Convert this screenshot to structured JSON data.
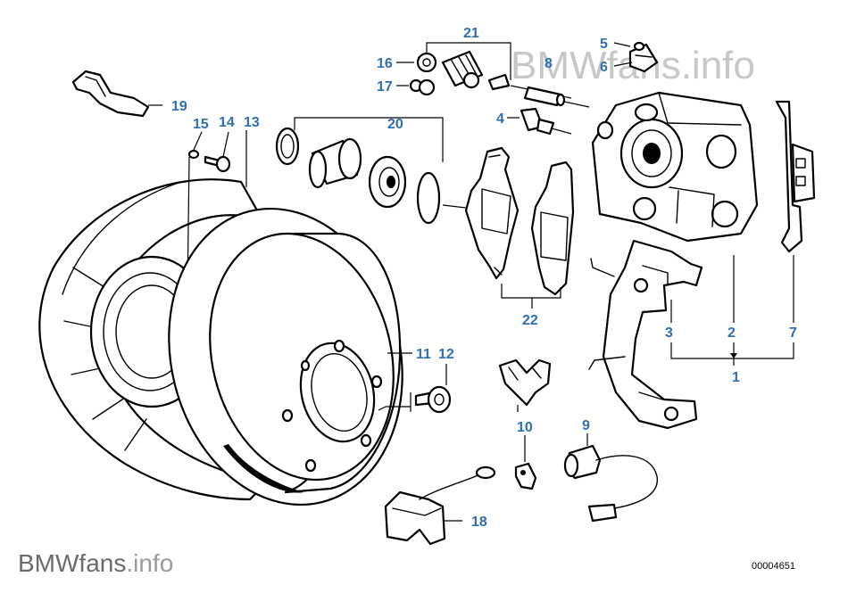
{
  "watermark_top": "BMWfans.info",
  "watermark_bottom": {
    "brand": "BMWfans",
    "tld": ".info"
  },
  "diagram_code": "00004651",
  "callouts": {
    "1": "1",
    "2": "2",
    "3": "3",
    "4": "4",
    "5": "5",
    "6": "6",
    "7": "7",
    "8": "8",
    "9": "9",
    "10": "10",
    "11": "11",
    "12": "12",
    "13": "13",
    "14": "14",
    "15": "15",
    "16": "16",
    "17": "17",
    "18": "18",
    "19": "19",
    "20": "20",
    "21": "21",
    "22": "22"
  },
  "colors": {
    "callout": "#2f6fb3",
    "line": "#000000",
    "watermark": "#c7c7c7"
  }
}
